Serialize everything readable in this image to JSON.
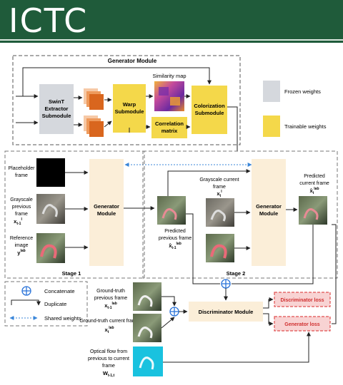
{
  "header": {
    "title": "ICTC"
  },
  "colors": {
    "banner": "#1f5b3a",
    "frozen": "#d5d8dd",
    "trainable": "#f4d84a",
    "generator_stage": "#fbeed8",
    "discriminator": "#fbeed8",
    "loss_fill": "#f8d3d3",
    "loss_border": "#e05050",
    "concat": "#2a73d9"
  },
  "generator_module": {
    "title": "Generator Module",
    "swint": [
      "SwinT",
      "Extractor",
      "Submodule"
    ],
    "warp": [
      "Warp",
      "Submodule"
    ],
    "similarity": "Similarity map",
    "correlation": [
      "Correlation",
      "matrix"
    ],
    "colorization": [
      "Colorization",
      "Submodule"
    ]
  },
  "legend_top": {
    "frozen": "Frozen weights",
    "trainable": "Trainable weights"
  },
  "stage1": {
    "label": "Stage 1",
    "placeholder": [
      "Placeholder",
      "frame"
    ],
    "grayscale_prev": [
      "Grayscale",
      "previous",
      "frame"
    ],
    "grayscale_prev_sym": "x",
    "grayscale_prev_sub": "t-1",
    "grayscale_prev_sup": "l",
    "reference": [
      "Reference",
      "image"
    ],
    "reference_sym": "y",
    "reference_sup": "lab",
    "generator": [
      "Generator",
      "Module"
    ]
  },
  "stage2": {
    "label": "Stage 2",
    "predicted_prev": [
      "Predicted",
      "previous frame"
    ],
    "predicted_prev_sym": "x̂",
    "predicted_prev_sub": "t-1",
    "predicted_prev_sup": "lab",
    "grayscale_cur": [
      "Grayscale current",
      "frame"
    ],
    "grayscale_cur_sym": "x",
    "grayscale_cur_sub": "t",
    "grayscale_cur_sup": "l",
    "generator": [
      "Generator",
      "Module"
    ],
    "predicted_cur": [
      "Predicted",
      "current frame"
    ],
    "predicted_cur_sym": "x̂",
    "predicted_cur_sub": "t",
    "predicted_cur_sup": "lab"
  },
  "legend_bottom": {
    "concatenate": "Concatenate",
    "duplicate": "Duplicate",
    "shared": "Shared weights"
  },
  "bottom": {
    "gt_prev": [
      "Ground-truth",
      "previous frame"
    ],
    "gt_prev_sym": "x",
    "gt_prev_sub": "t-1",
    "gt_prev_sup": "lab",
    "gt_cur": "Ground-truth current frame",
    "gt_cur_sym": "x",
    "gt_cur_sub": "t",
    "gt_cur_sup": "lab",
    "flow": [
      "Optical flow from",
      "previous to current",
      "frame"
    ],
    "flow_sym": "W",
    "flow_sub": "t-1,t",
    "discriminator": "Discriminator Module",
    "disc_loss": "Discriminator loss",
    "gen_loss": "Generator loss"
  }
}
